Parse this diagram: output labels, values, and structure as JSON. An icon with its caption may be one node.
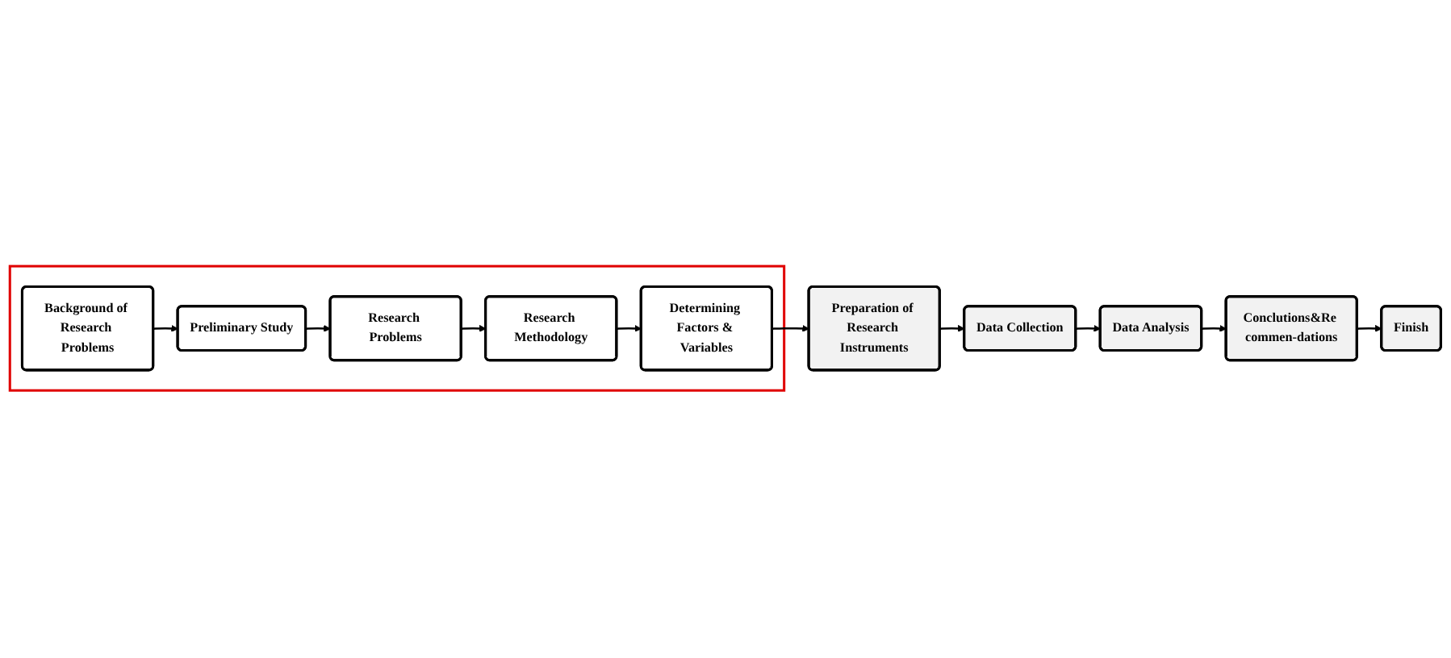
{
  "diagram": {
    "nodes": [
      {
        "text": [],
        "shape": "box"
      },
      {
        "text": [
          "Background of Research Problems"
        ],
        "in": 0
      },
      {
        "text": [
          "Preliminary Study"
        ],
        "in": 0
      },
      {
        "text": [
          "Research Problems"
        ],
        "in": 0
      },
      {
        "text": [
          "Research Methodology"
        ],
        "in": 0
      },
      {
        "text": [
          "Determining Factors & Variables"
        ],
        "in": 0
      },
      {
        "text": [
          "Preparation of Research Instruments"
        ]
      },
      {
        "text": [
          "Data Collection"
        ]
      },
      {
        "text": [
          "Data Analysis"
        ]
      },
      {
        "text": [
          "Conclutions&Re commen-dations"
        ]
      },
      {
        "text": [
          "Finish"
        ]
      }
    ],
    "edges": [
      {
        "from": 1,
        "to": 2,
        "arrow": "to"
      },
      {
        "from": 2,
        "to": 3,
        "arrow": "to"
      },
      {
        "from": 3,
        "to": 4,
        "arrow": "to"
      },
      {
        "from": 4,
        "to": 5,
        "arrow": "to"
      },
      {
        "from": 5,
        "to": 6,
        "arrow": "to"
      },
      {
        "from": 6,
        "to": 7,
        "arrow": "to"
      },
      {
        "from": 7,
        "to": 8,
        "arrow": "to"
      },
      {
        "from": 8,
        "to": 9,
        "arrow": "to"
      },
      {
        "from": 9,
        "to": 10,
        "arrow": "to"
      }
    ]
  }
}
